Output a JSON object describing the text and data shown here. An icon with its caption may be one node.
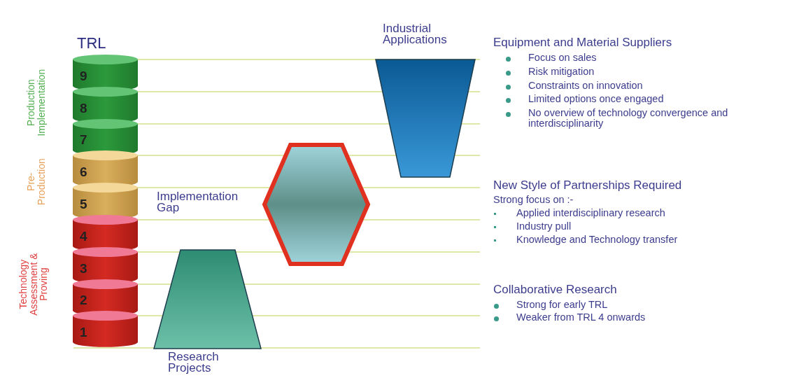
{
  "diagram": {
    "nodes": [
      {
        "text": [
          "9"
        ]
      },
      {
        "text": [
          "8"
        ]
      },
      {
        "text": [
          "7"
        ]
      },
      {
        "text": [
          "6"
        ]
      },
      {
        "text": [
          "5"
        ]
      },
      {
        "text": [
          "4"
        ]
      },
      {
        "text": [
          "3"
        ]
      },
      {
        "text": [
          "2"
        ]
      },
      {
        "text": [
          "1"
        ]
      },
      {
        "text": [
          "Industrial Applications"
        ]
      },
      {
        "text": [
          "Implementation Gap"
        ]
      },
      {
        "text": [
          "Research Projects"
        ]
      }
    ],
    "labels": [
      "TRL",
      "Production Implementation",
      "Pre-Production",
      "Technology Assessment & Proving",
      "Equipment and Material Suppliers",
      "Focus on sales",
      "Risk mitigation",
      "Constraints on innovation",
      "Limited options once engaged",
      "No overview of technology convergence and interdisciplinarity",
      "New Style of Partnerships Required",
      "Strong focus on :-",
      "Applied interdisciplinary research",
      "Industry pull",
      "Knowledge and Technology transfer",
      "Collaborative Research",
      "Strong for early TRL",
      "Weaker from TRL 4 onwards"
    ]
  }
}
